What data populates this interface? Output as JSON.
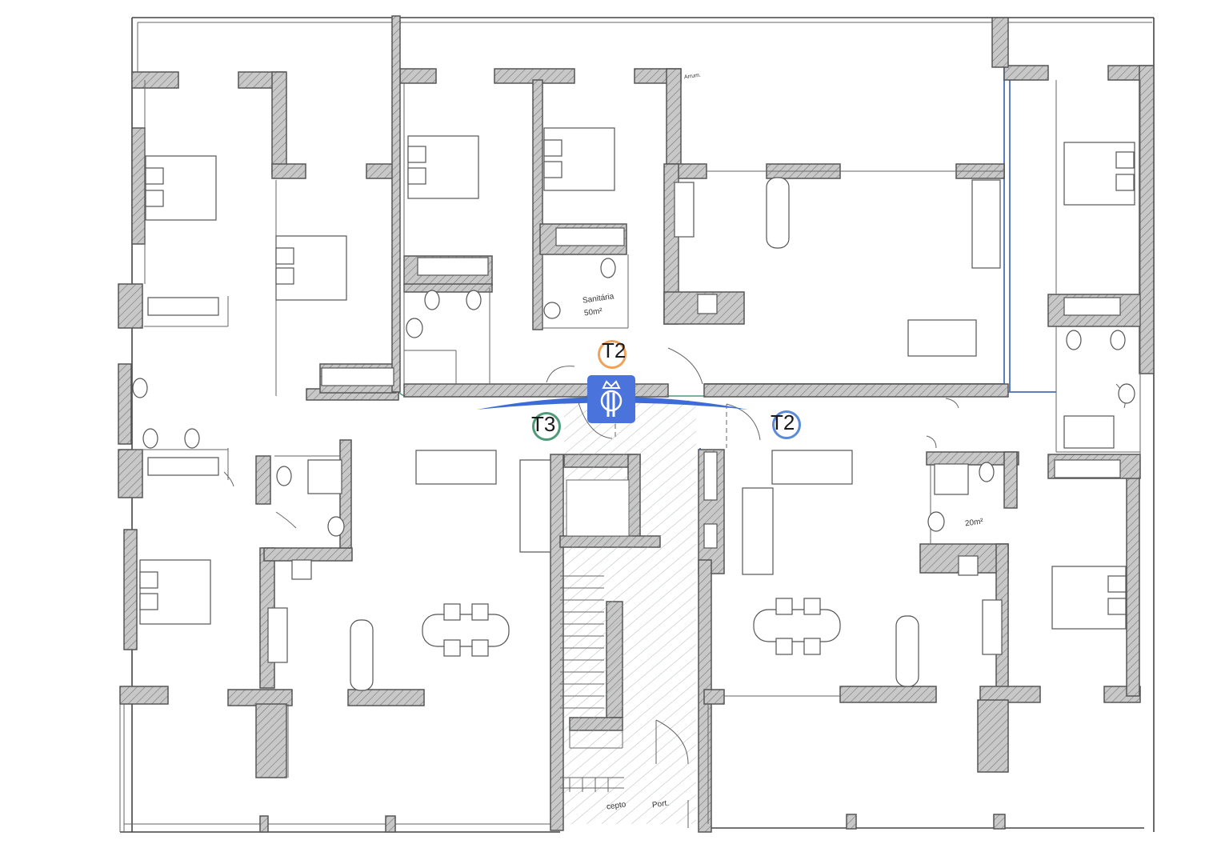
{
  "plan": {
    "unit_tags": [
      {
        "label": "T2",
        "ring_color": "#f0a25a"
      },
      {
        "label": "T3",
        "ring_color": "#4f9a78"
      },
      {
        "label": "T2",
        "ring_color": "#5b8ad6"
      }
    ],
    "room_notes": {
      "upper_room_name": "Sanitária",
      "upper_room_area": "50m²",
      "right_room_area": "20m²",
      "corner_note": "Arrum."
    },
    "stair_notes": [
      "cepto",
      "Port."
    ],
    "logo": {
      "icon": "crown-p-logo-icon",
      "color": "#4a73db"
    },
    "colors": {
      "wall_fill": "#bdbdbd",
      "swoosh": "#3d6cd6",
      "green_line": "#4f9a78",
      "blue_line": "#5b7fc2"
    }
  }
}
